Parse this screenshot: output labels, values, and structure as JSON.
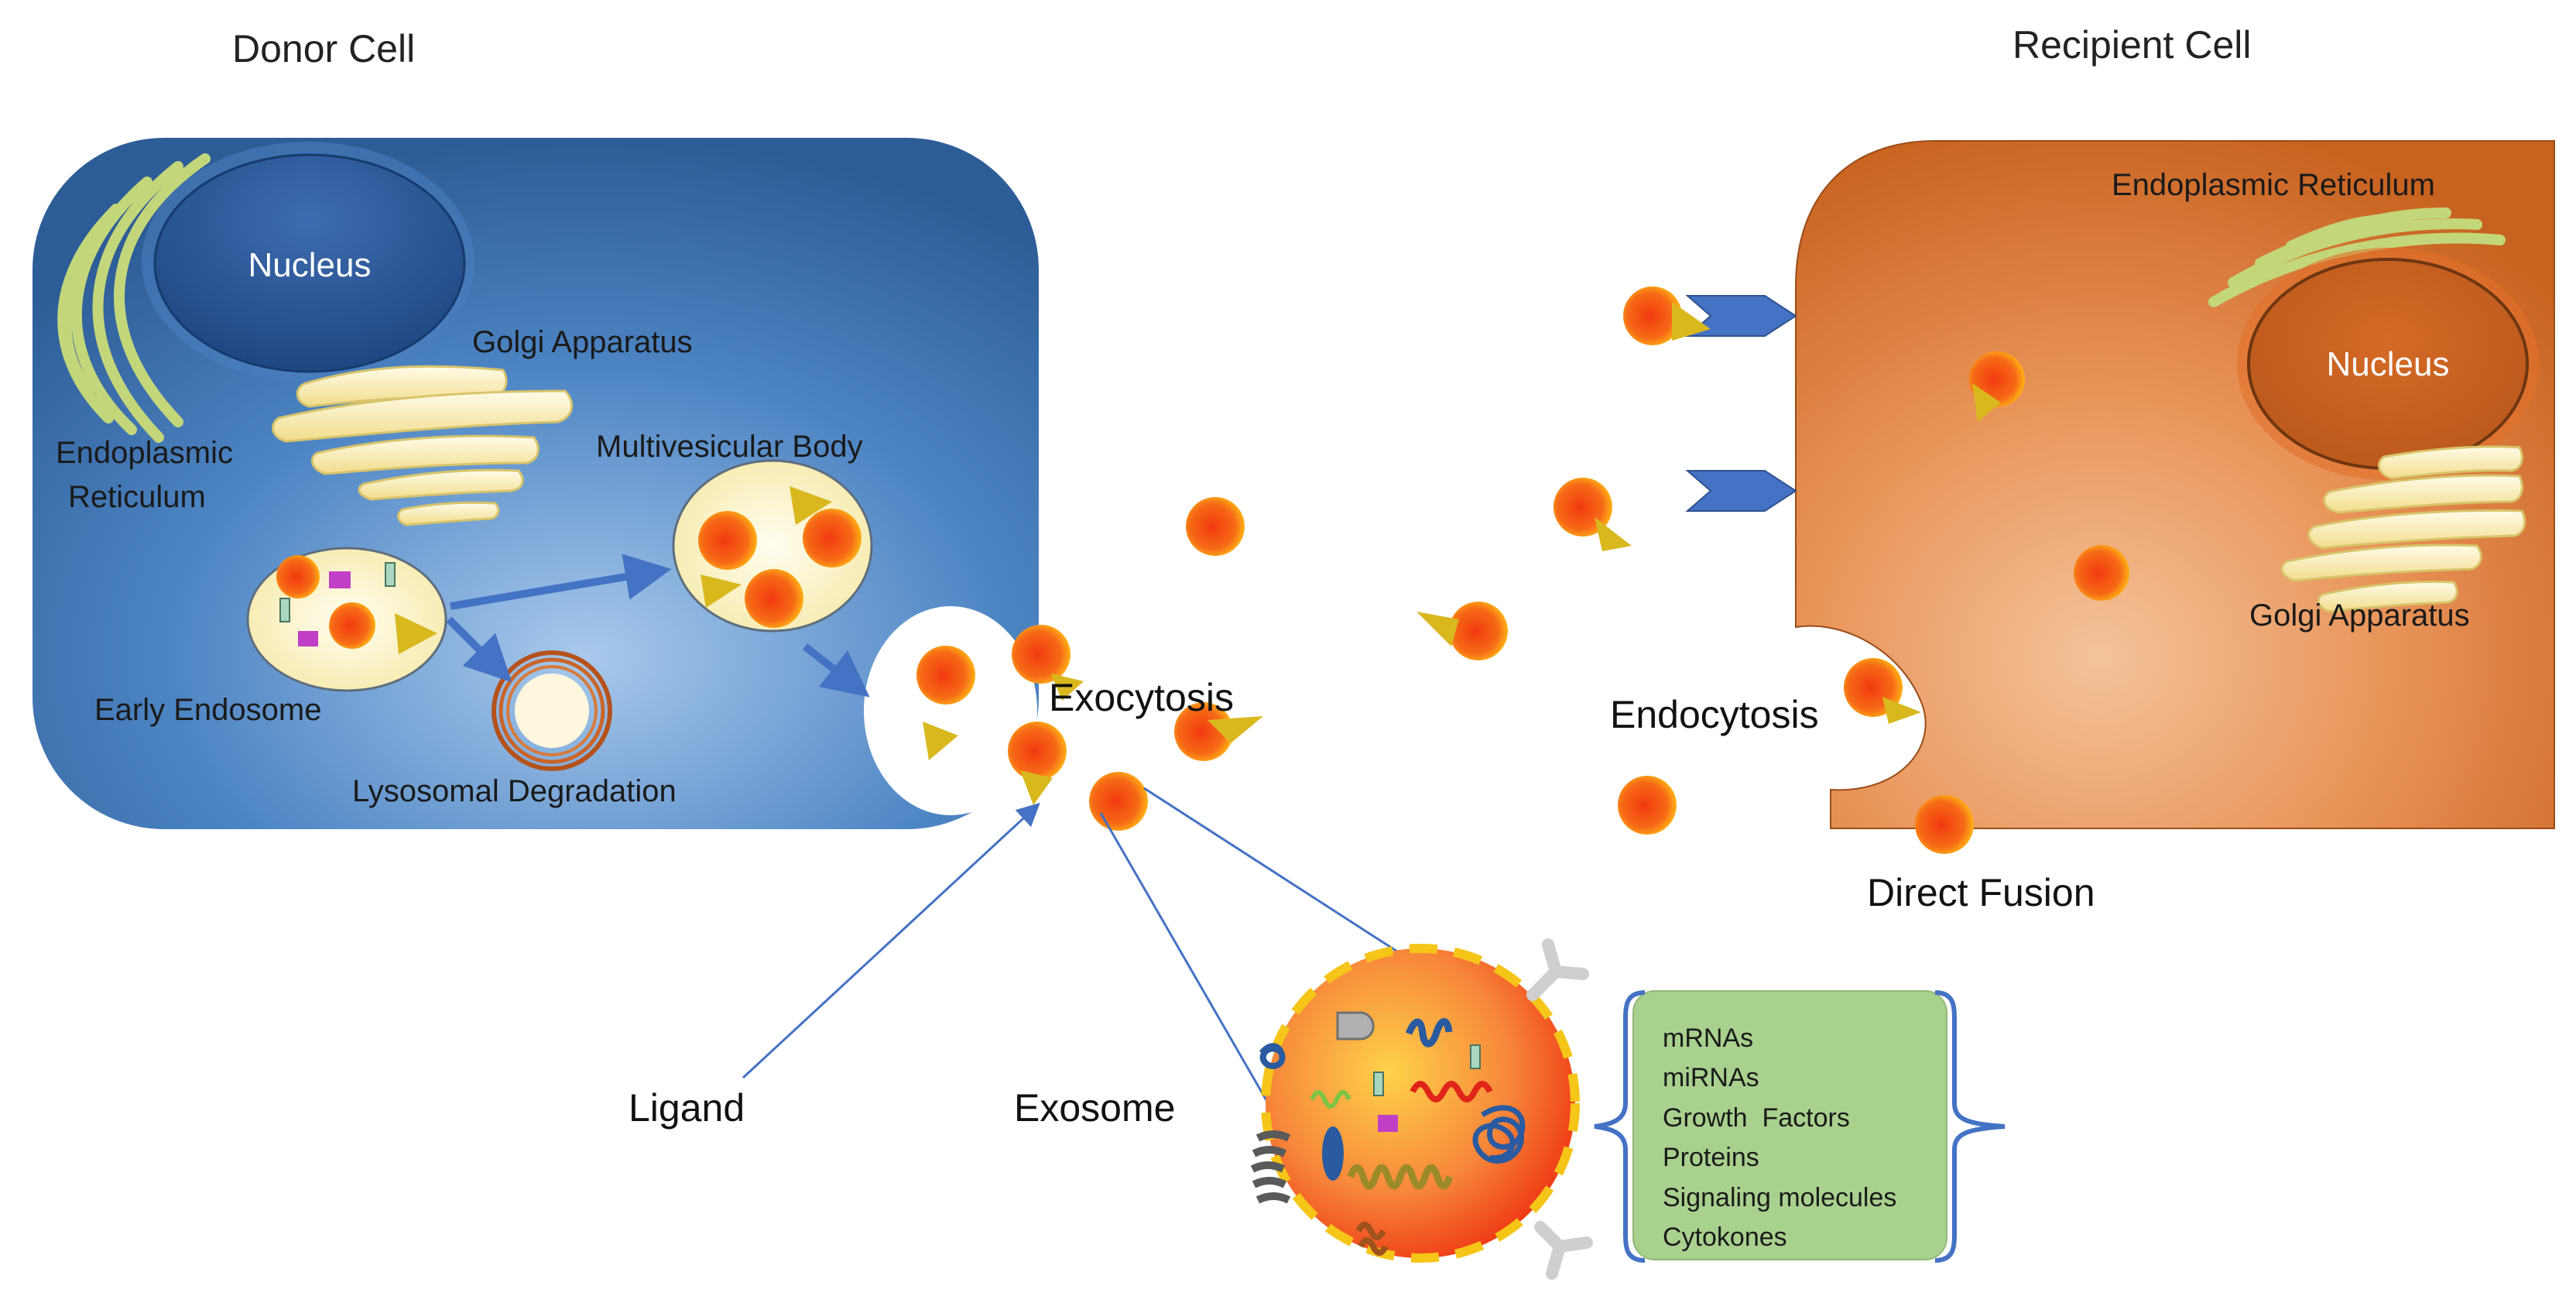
{
  "headings": {
    "donor_cell": "Donor Cell",
    "recipient_cell": "Recipient Cell"
  },
  "donor": {
    "nucleus": "Nucleus",
    "golgi": "Golgi Apparatus",
    "er_line1": "Endoplasmic",
    "er_line2": "Reticulum",
    "multivesicular_body": "Multivesicular Body",
    "early_endosome": "Early Endosome",
    "lysosomal_degradation": "Lysosomal Degradation"
  },
  "recipient": {
    "er": "Endoplasmic Reticulum",
    "nucleus": "Nucleus",
    "golgi": "Golgi Apparatus"
  },
  "processes": {
    "exocytosis": "Exocytosis",
    "endocytosis": "Endocytosis",
    "direct_fusion": "Direct Fusion"
  },
  "callouts": {
    "ligand": "Ligand",
    "exosome": "Exosome"
  },
  "cargo": {
    "items": [
      "mRNAs",
      "miRNAs",
      "Growth  Factors",
      "Proteins",
      "Signaling molecules",
      "Cytokones"
    ]
  },
  "colors": {
    "donor_cell": "#2f65a3",
    "recipient_cell": "#d9732f",
    "vesicle": "#f55a14",
    "ligand": "#d9b81e",
    "cargo_box": "#a9d18e",
    "arrow": "#4472c4"
  }
}
